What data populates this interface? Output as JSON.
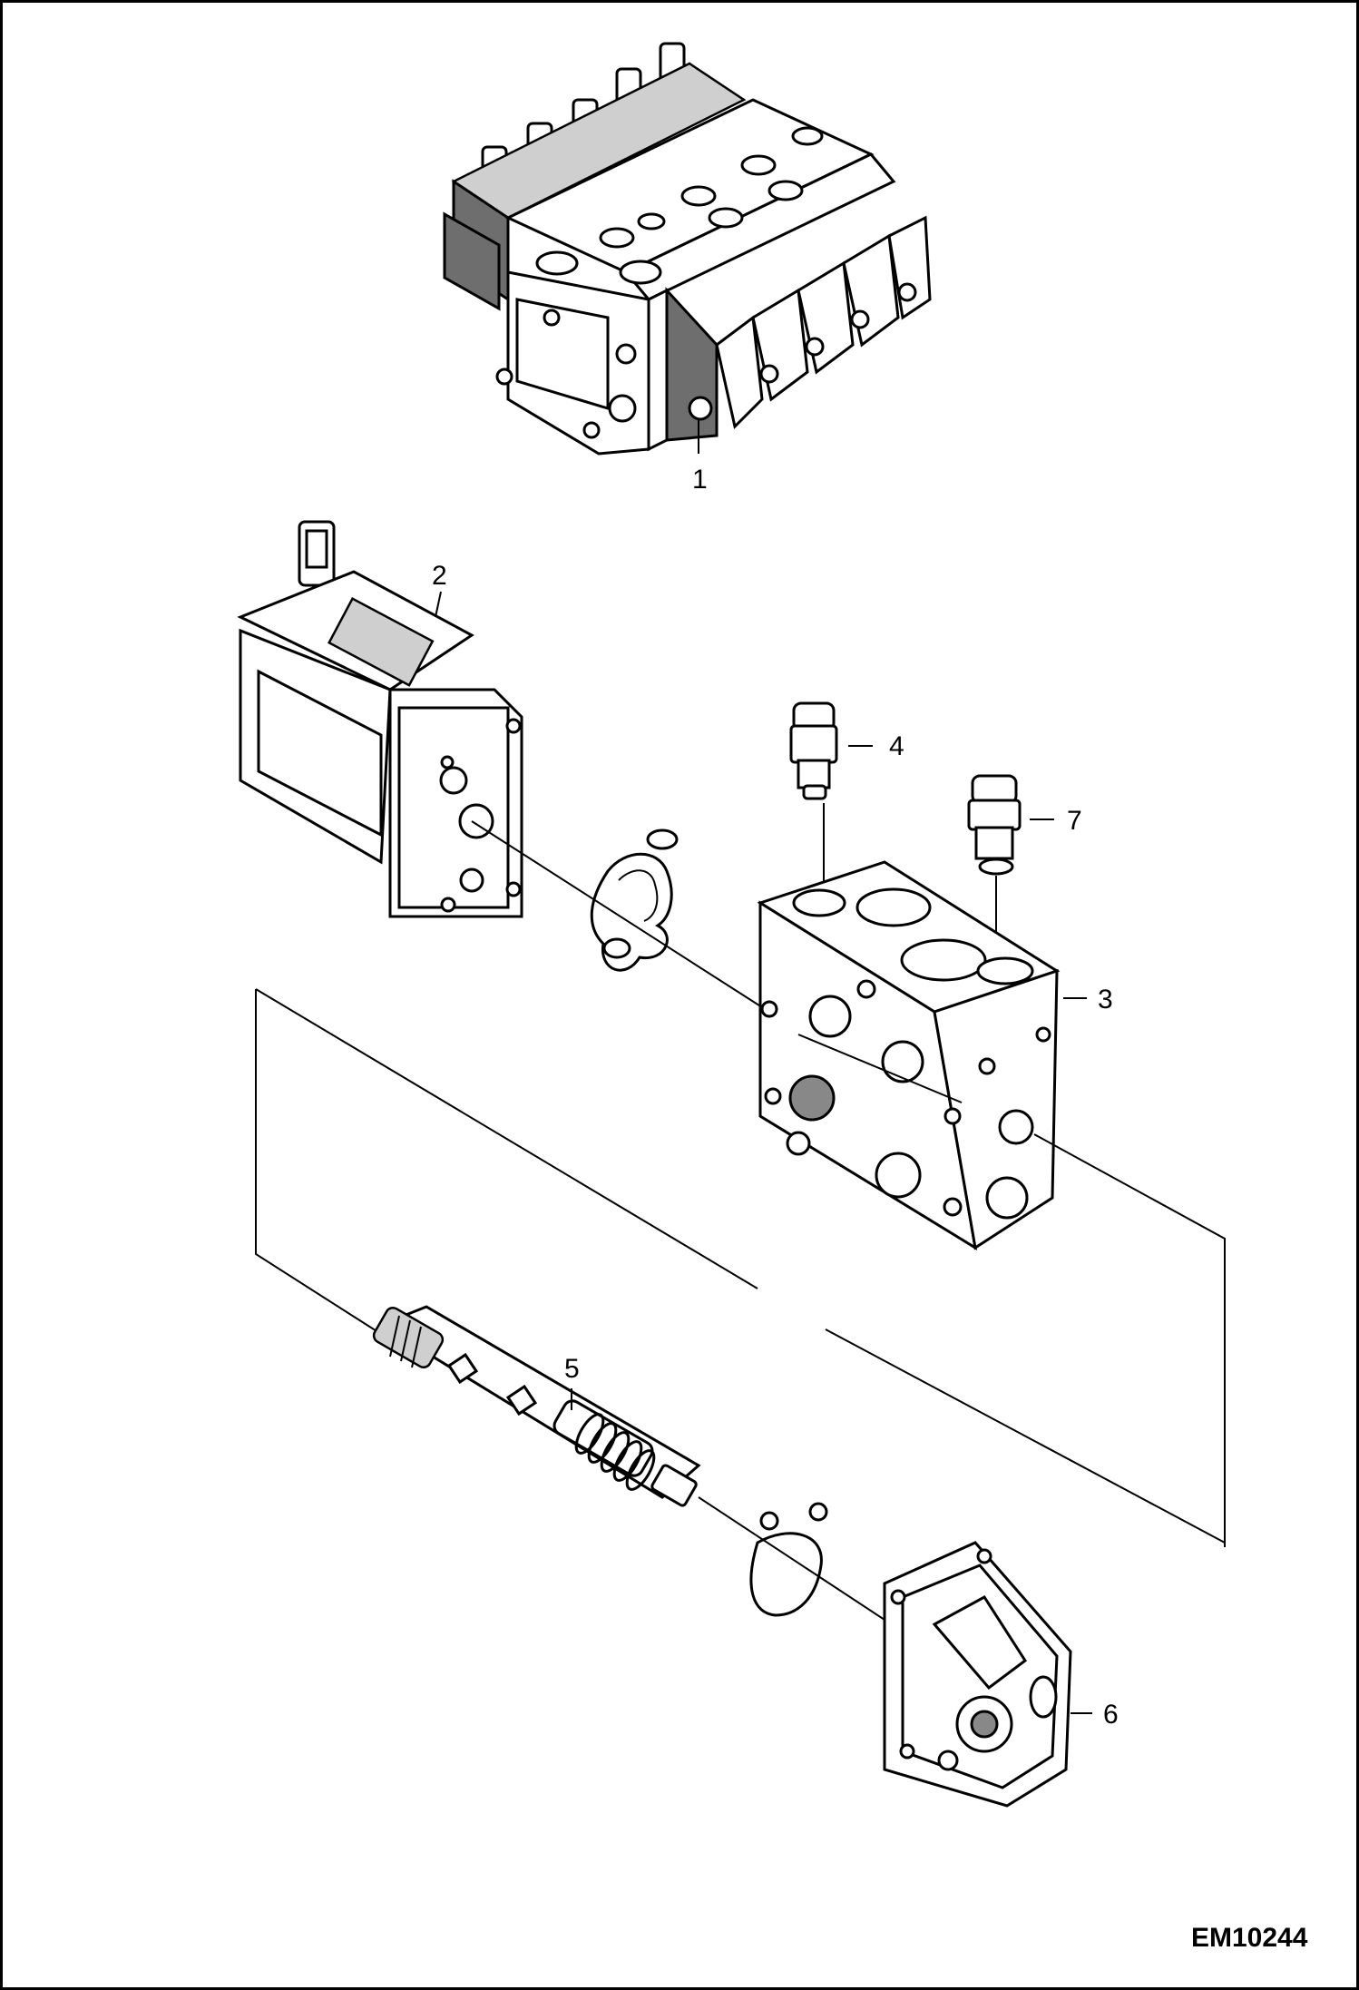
{
  "diagram": {
    "callouts": [
      {
        "id": "1",
        "label": "1"
      },
      {
        "id": "2",
        "label": "2"
      },
      {
        "id": "3",
        "label": "3"
      },
      {
        "id": "4",
        "label": "4"
      },
      {
        "id": "5",
        "label": "5"
      },
      {
        "id": "6",
        "label": "6"
      },
      {
        "id": "7",
        "label": "7"
      }
    ],
    "drawing_code": "EM10244"
  }
}
